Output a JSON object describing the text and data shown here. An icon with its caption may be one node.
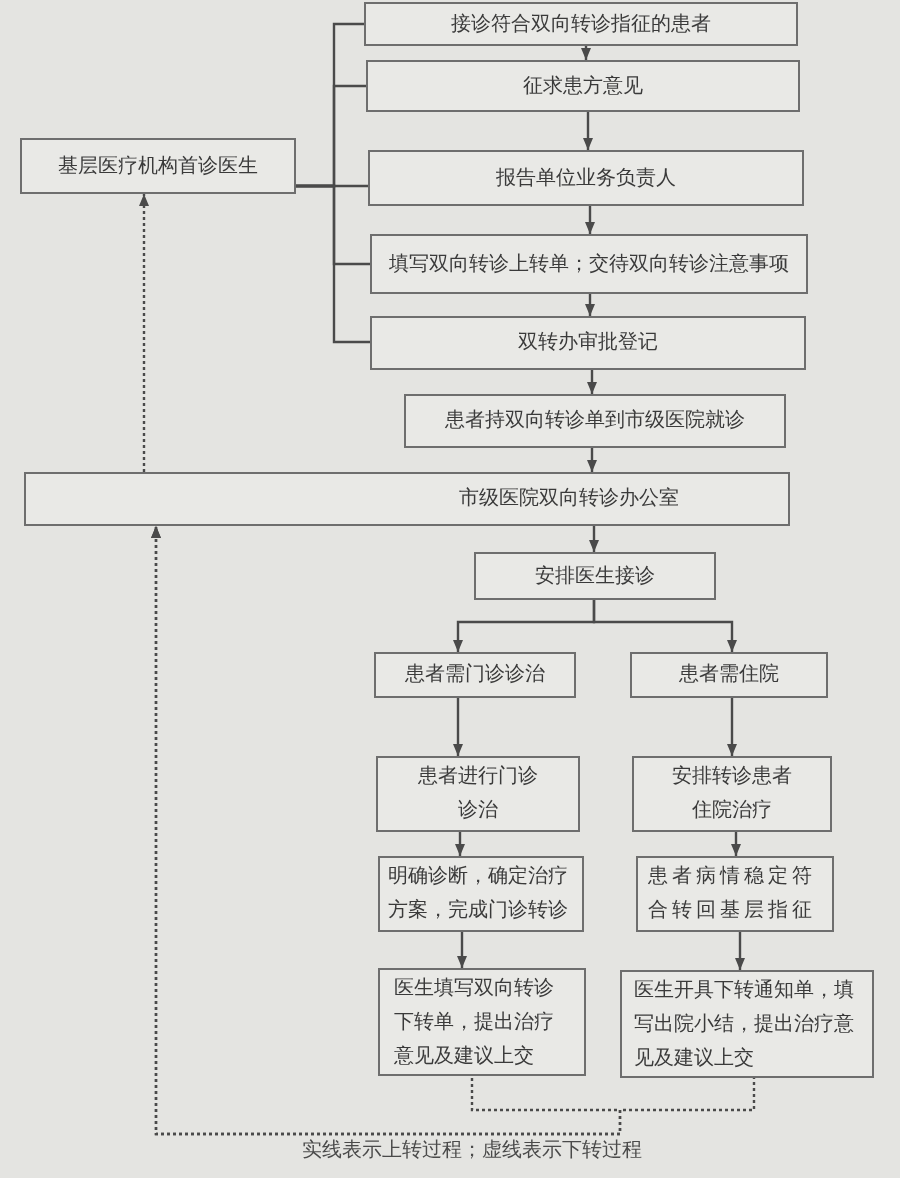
{
  "diagram": {
    "nodes": [
      {
        "text": [
          "基层医疗机构首诊医生"
        ]
      },
      {
        "text": [
          "接诊符合双向转诊指征的患者"
        ]
      },
      {
        "text": [
          "征求患方意见"
        ]
      },
      {
        "text": [
          "报告单位业务负责人"
        ]
      },
      {
        "text": [
          "填写双向转诊上转单；交待双向转诊注意事项"
        ]
      },
      {
        "text": [
          "双转办审批登记"
        ]
      },
      {
        "text": [
          "患者持双向转诊单到市级医院就诊"
        ]
      },
      {
        "text": [
          "市级医院双向转诊办公室"
        ]
      },
      {
        "text": [
          "安排医生接诊"
        ]
      },
      {
        "text": [
          "患者需门诊诊治"
        ]
      },
      {
        "text": [
          "患者需住院"
        ]
      },
      {
        "text": [
          "患者进行门诊诊治"
        ]
      },
      {
        "text": [
          "安排转诊患者住院治疗"
        ]
      },
      {
        "text": [
          "明确诊断，确定治疗方案，完成门诊转诊"
        ]
      },
      {
        "text": [
          "患者病情稳定符合转回基层指征"
        ]
      },
      {
        "text": [
          "医生填写双向转诊下转单，提出治疗意见及建议上交"
        ]
      },
      {
        "text": [
          "医生开具下转通知单，填写出院小结，提出治疗意见及建议上交"
        ]
      }
    ],
    "edges": [
      {
        "from": 1,
        "to": 2,
        "arrow": "to"
      },
      {
        "from": 2,
        "to": 3,
        "arrow": "to"
      },
      {
        "from": 3,
        "to": 4,
        "arrow": "to"
      },
      {
        "from": 4,
        "to": 5,
        "arrow": "to"
      },
      {
        "from": 5,
        "to": 6,
        "arrow": "to"
      },
      {
        "from": 6,
        "to": 7,
        "arrow": "to"
      },
      {
        "from": 7,
        "to": 8,
        "arrow": "to"
      },
      {
        "from": 8,
        "to": 9,
        "arrow": "to"
      },
      {
        "from": 8,
        "to": 10,
        "arrow": "to"
      },
      {
        "from": 9,
        "to": 11,
        "arrow": "to"
      },
      {
        "from": 10,
        "to": 12,
        "arrow": "to"
      },
      {
        "from": 11,
        "to": 13,
        "arrow": "to"
      },
      {
        "from": 12,
        "to": 14,
        "arrow": "to"
      },
      {
        "from": 13,
        "to": 15,
        "arrow": "to"
      },
      {
        "from": 14,
        "to": 16,
        "arrow": "to"
      },
      {
        "from": 0,
        "to": 1,
        "arrow": "none"
      },
      {
        "from": 0,
        "to": 2,
        "arrow": "none"
      },
      {
        "from": 0,
        "to": 3,
        "arrow": "none"
      },
      {
        "from": 0,
        "to": 4,
        "arrow": "none"
      },
      {
        "from": 0,
        "to": 5,
        "arrow": "none"
      },
      {
        "from": 15,
        "to": 7,
        "arrow": "to",
        "style": "dashed"
      },
      {
        "from": 16,
        "to": 7,
        "arrow": "to",
        "style": "dashed"
      },
      {
        "from": 7,
        "to": 0,
        "arrow": "to",
        "style": "dashed"
      }
    ],
    "labels": [
      "实线表示上转过程；虚线表示下转过程"
    ]
  }
}
